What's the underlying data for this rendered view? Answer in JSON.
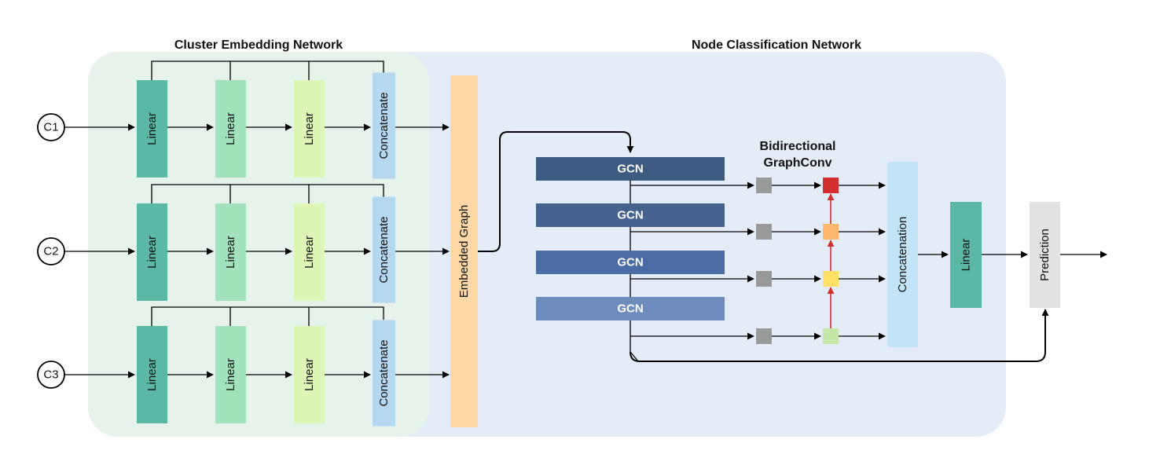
{
  "sections": {
    "cluster_embedding": "Cluster Embedding Network",
    "node_classification": "Node Classification Network"
  },
  "inputs": [
    "C1",
    "C2",
    "C3"
  ],
  "embedding_rows": [
    {
      "blocks": [
        "Linear",
        "Linear",
        "Linear",
        "Concatenate"
      ]
    },
    {
      "blocks": [
        "Linear",
        "Linear",
        "Linear",
        "Concatenate"
      ]
    },
    {
      "blocks": [
        "Linear",
        "Linear",
        "Linear",
        "Concatenate"
      ]
    }
  ],
  "embedded_graph": "Embedded Graph",
  "gcn_layers": [
    "GCN",
    "GCN",
    "GCN",
    "GCN"
  ],
  "bidirectional_label": [
    "Bidirectional",
    "GraphConv"
  ],
  "concatenation": "Concatenation",
  "final_linear": "Linear",
  "prediction": "Prediction",
  "colors": {
    "cluster_bg": "#e6f2ea",
    "node_bg": "#e4edf7",
    "linear1": "#5bb8a5",
    "linear2": "#a2e2bc",
    "linear3": "#dff5b5",
    "concat": "#b6d7f0",
    "embedded_graph": "#fdd7a4",
    "gcn": [
      "#3d5a80",
      "#46628f",
      "#4a6ba4",
      "#6d8cbd"
    ],
    "gray_box": "#999999",
    "bidir": [
      "#d32f2f",
      "#ffb86b",
      "#ffe066",
      "#c6e6a8"
    ],
    "concatenation": "#c2e4f6",
    "final_linear": "#5bb8a5",
    "prediction": "#e2e2e2",
    "red_arrow": "#d32f2f"
  }
}
